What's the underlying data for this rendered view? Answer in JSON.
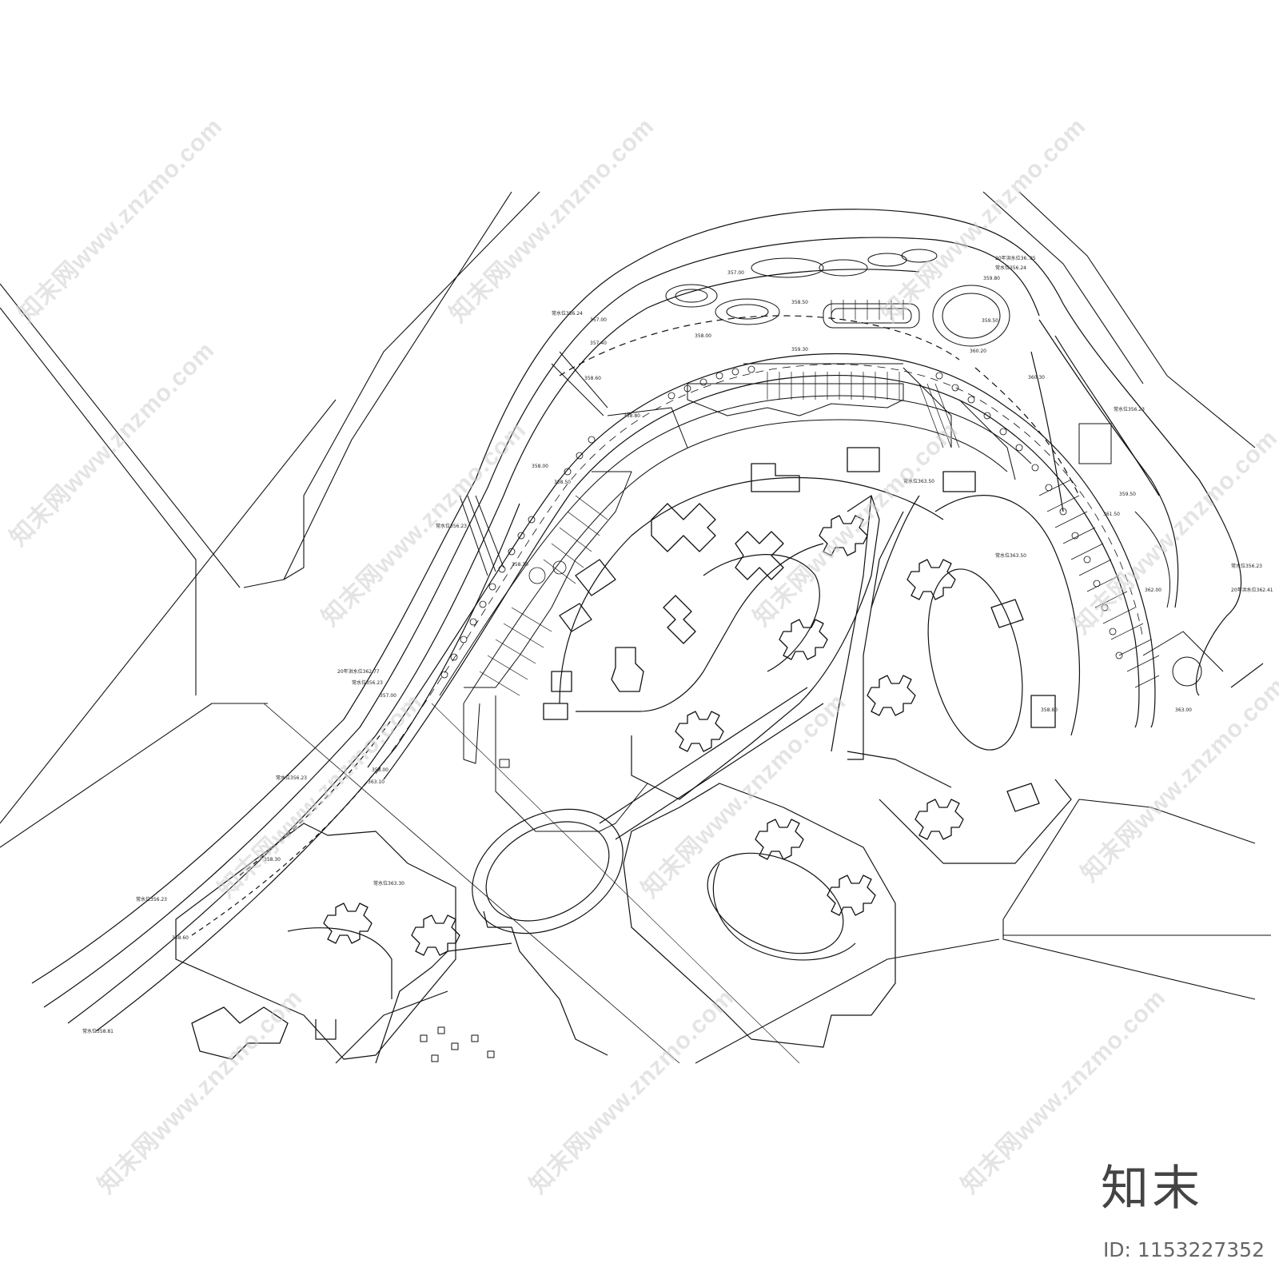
{
  "watermark": {
    "text": "知末网www.znzmo.com"
  },
  "brand": {
    "logo_text": "知末",
    "image_id": "ID: 1153227352"
  },
  "plan": {
    "elevations": [
      "常水位356.24",
      "357.00",
      "357.00",
      "357.40",
      "358.60",
      "358.80",
      "358.00",
      "358.50",
      "359.30",
      "358.50",
      "20年洪水位36..85",
      "常水位356.24",
      "359.50",
      "360.20",
      "359.80",
      "常水位363.50",
      "360.30",
      "常水位356.23",
      "359.50",
      "361.50",
      "常水位363.50",
      "20年洪水位362.41",
      "363.00",
      "常水位356.23",
      "358.30",
      "20年洪水位362.77",
      "常水位356.23",
      "357.00",
      "358.00",
      "363.10",
      "常水位356.23",
      "358.30",
      "常水位363.30",
      "常水位356.23",
      "358.60",
      "常水位358.81",
      "358.00",
      "362.00",
      "常水位356.23",
      "358.80"
    ]
  }
}
